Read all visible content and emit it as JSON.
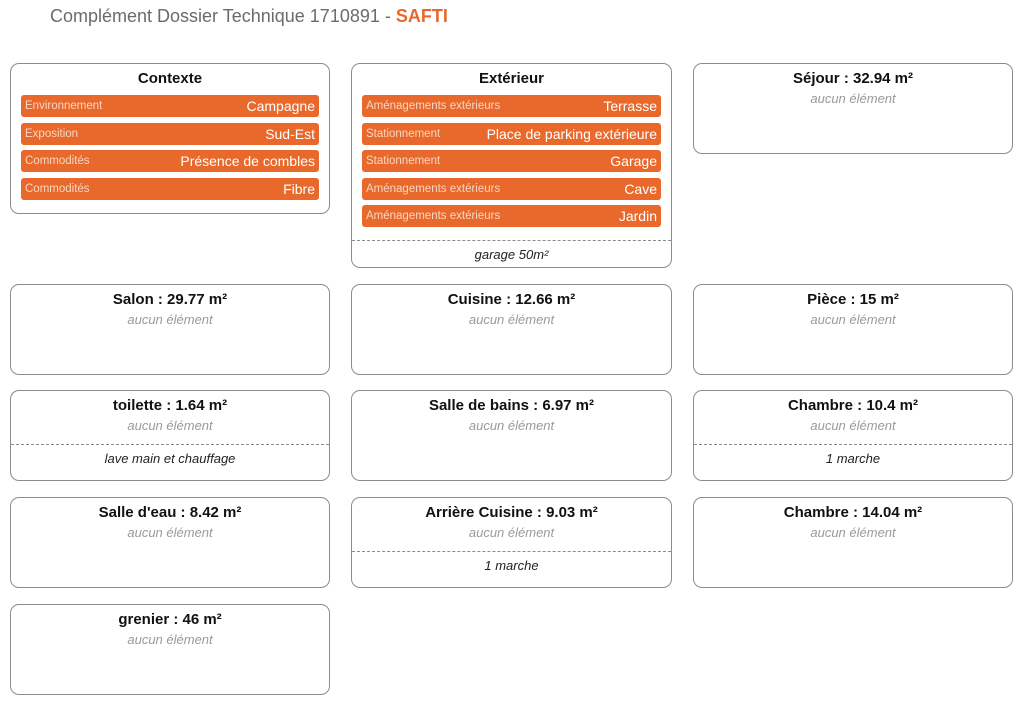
{
  "header": {
    "title": "Complément Dossier Technique 1710891 - ",
    "brand": "SAFTI"
  },
  "contexte": {
    "title": "Contexte",
    "items": [
      {
        "key": "Environnement",
        "value": "Campagne"
      },
      {
        "key": "Exposition",
        "value": "Sud-Est"
      },
      {
        "key": "Commodités",
        "value": "Présence de combles"
      },
      {
        "key": "Commodités",
        "value": "Fibre"
      }
    ]
  },
  "exterieur": {
    "title": "Extérieur",
    "items": [
      {
        "key": "Aménagements extérieurs",
        "value": "Terrasse"
      },
      {
        "key": "Stationnement",
        "value": "Place de parking extérieure"
      },
      {
        "key": "Stationnement",
        "value": "Garage"
      },
      {
        "key": "Aménagements extérieurs",
        "value": "Cave"
      },
      {
        "key": "Aménagements extérieurs",
        "value": "Jardin"
      }
    ],
    "note": "garage 50m²"
  },
  "rooms": [
    {
      "title": "Séjour : 32.94 m²",
      "empty": "aucun élément"
    },
    {
      "title": "Salon : 29.77 m²",
      "empty": "aucun élément"
    },
    {
      "title": "Cuisine : 12.66 m²",
      "empty": "aucun élément"
    },
    {
      "title": "Pièce : 15 m²",
      "empty": "aucun élément"
    },
    {
      "title": "toilette : 1.64 m²",
      "empty": "aucun élément",
      "note": "lave main et chauffage"
    },
    {
      "title": "Salle de bains : 6.97 m²",
      "empty": "aucun élément"
    },
    {
      "title": "Chambre : 10.4 m²",
      "empty": "aucun élément",
      "note": "1 marche"
    },
    {
      "title": "Salle d'eau : 8.42 m²",
      "empty": "aucun élément"
    },
    {
      "title": "Arrière Cuisine : 9.03 m²",
      "empty": "aucun élément",
      "note": "1 marche"
    },
    {
      "title": "Chambre : 14.04 m²",
      "empty": "aucun élément"
    },
    {
      "title": "grenier : 46 m²",
      "empty": "aucun élément"
    }
  ]
}
